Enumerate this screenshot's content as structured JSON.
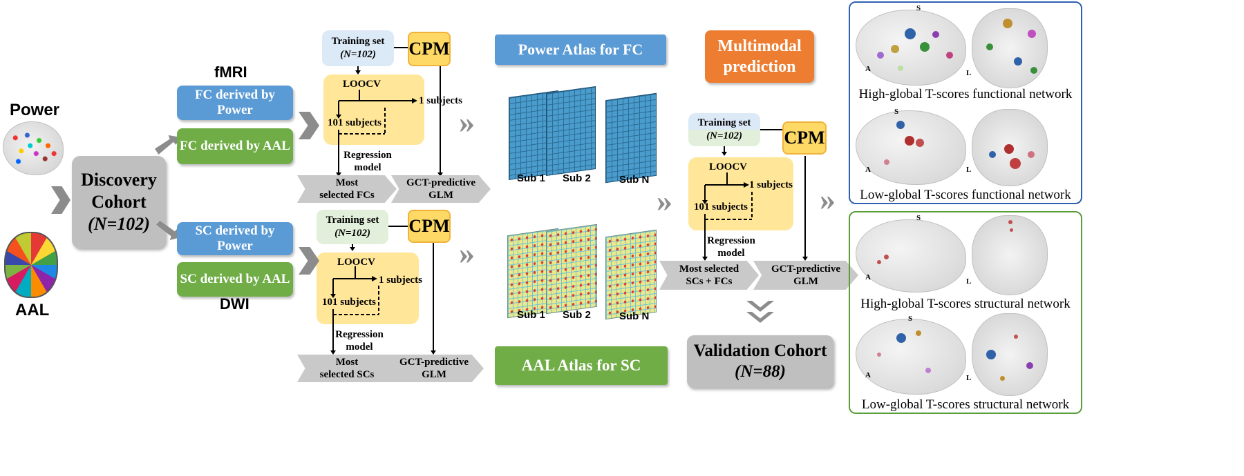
{
  "left": {
    "power_label": "Power",
    "aal_label": "AAL",
    "cohort_title": "Discovery",
    "cohort_title2": "Cohort",
    "cohort_n": "(N=102)"
  },
  "modalities": {
    "fmri": "fMRI",
    "dwi": "DWI",
    "fc_power": "FC derived by Power",
    "fc_aal": "FC derived by AAL",
    "sc_power": "SC derived by Power",
    "sc_aal": "SC derived by AAL"
  },
  "pipeline_fc": {
    "training": "Training set",
    "training_n": "(N=102)",
    "cpm": "CPM",
    "loocv": "LOOCV",
    "one_subject": "1 subjects",
    "rest_subjects": "101 subjects",
    "regression": "Regression",
    "regression2": "model",
    "most_selected": "Most",
    "most_selected2": "selected FCs",
    "glm": "GCT-predictive",
    "glm2": "GLM"
  },
  "pipeline_sc": {
    "training": "Training set",
    "training_n": "(N=102)",
    "cpm": "CPM",
    "loocv": "LOOCV",
    "one_subject": "1 subjects",
    "rest_subjects": "101 subjects",
    "regression": "Regression",
    "regression2": "model",
    "most_selected": "Most",
    "most_selected2": "selected SCs",
    "glm": "GCT-predictive",
    "glm2": "GLM"
  },
  "atlas": {
    "power_fc": "Power Atlas for FC",
    "aal_sc": "AAL Atlas for SC",
    "sub1": "Sub 1",
    "sub2": "Sub 2",
    "subn": "Sub N"
  },
  "multimodal": {
    "title": "Multimodal",
    "title2": "prediction",
    "training": "Training set",
    "training_n": "(N=102)",
    "cpm": "CPM",
    "loocv": "LOOCV",
    "one_subject": "1 subjects",
    "rest_subjects": "101 subjects",
    "regression": "Regression",
    "regression2": "model",
    "most_selected": "Most selected",
    "most_selected2": "SCs + FCs",
    "glm": "GCT-predictive",
    "glm2": "GLM"
  },
  "validation": {
    "title": "Validation Cohort",
    "n": "(N=88)"
  },
  "networks": {
    "high_functional": "High-global T-scores functional network",
    "low_functional": "Low-global T-scores functional network",
    "high_structural": "High-global T-scores structural network",
    "low_structural": "Low-global T-scores structural network",
    "label_s": "S",
    "label_a": "A",
    "label_l": "L"
  },
  "colors": {
    "blue": "#5b9bd5",
    "green": "#70ad47",
    "cpm": "#ffd966",
    "loocv": "#ffe699",
    "multimodal": "#ed7d31",
    "gray": "#bfbfbf",
    "functional_border": "#2f5fb3",
    "structural_border": "#5a9e3a"
  }
}
